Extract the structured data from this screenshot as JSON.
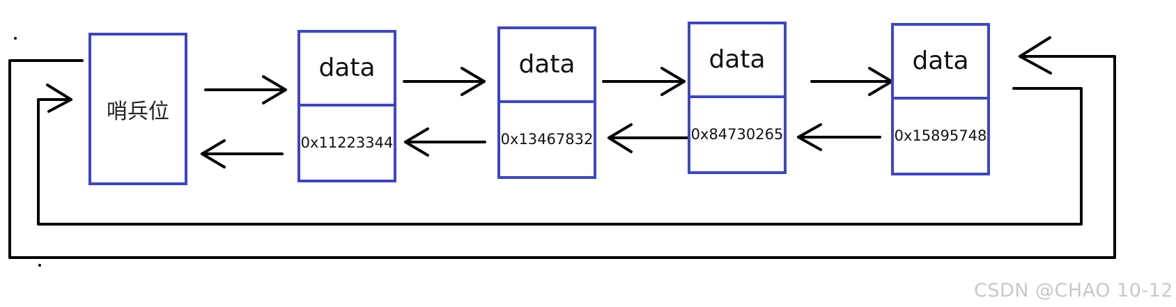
{
  "sentinel": {
    "label": "哨兵位"
  },
  "nodes": [
    {
      "data_label": "data",
      "address": "0x11223344"
    },
    {
      "data_label": "data",
      "address": "0x13467832"
    },
    {
      "data_label": "data",
      "address": "0x84730265"
    },
    {
      "data_label": "data",
      "address": "0x15895748"
    }
  ],
  "watermark": "CSDN @CHAO 10-12",
  "colors": {
    "box_border": "#3a45cc",
    "arrow": "#000000",
    "watermark": "#c8c8c8"
  }
}
